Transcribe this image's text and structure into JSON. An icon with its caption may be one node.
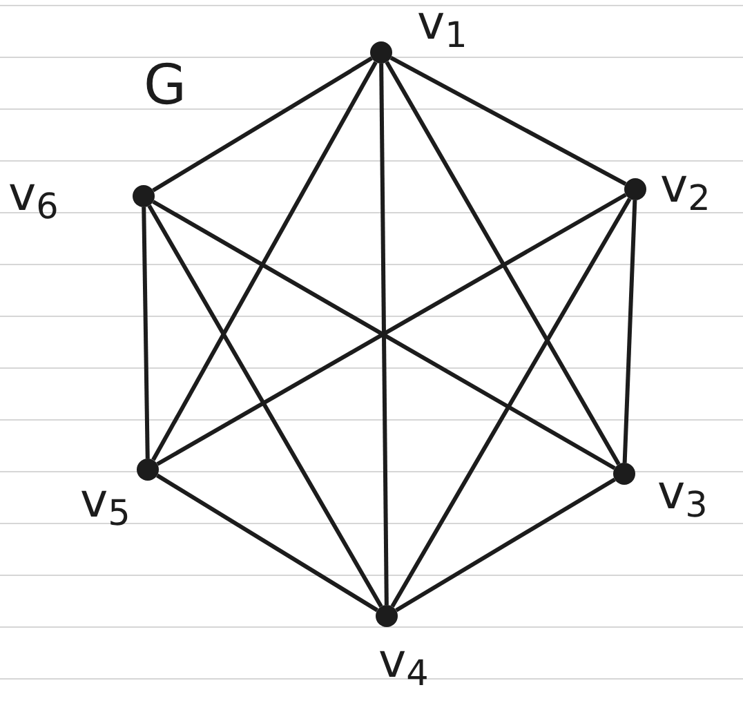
{
  "diagram": {
    "nodes": [
      {
        "text": [],
        "shape": "circle",
        "beside": [
          "v$_{1}$"
        ]
      },
      {
        "text": [],
        "shape": "circle",
        "beside": [
          "v$_{2}$"
        ]
      },
      {
        "text": [],
        "shape": "circle",
        "beside": [
          "v$_{3}$"
        ]
      },
      {
        "text": [],
        "shape": "circle",
        "beside": [
          "v$_{4}$"
        ]
      },
      {
        "text": [],
        "shape": "circle",
        "beside": [
          "v$_{5}$"
        ]
      },
      {
        "text": [],
        "shape": "circle",
        "beside": [
          "v$_{6}$"
        ]
      }
    ],
    "edges": [
      {
        "from": 0,
        "to": 1,
        "arrow": "none"
      },
      {
        "from": 1,
        "to": 2,
        "arrow": "none"
      },
      {
        "from": 2,
        "to": 3,
        "arrow": "none"
      },
      {
        "from": 3,
        "to": 4,
        "arrow": "none"
      },
      {
        "from": 4,
        "to": 5,
        "arrow": "none"
      },
      {
        "from": 5,
        "to": 0,
        "arrow": "none"
      },
      {
        "from": 0,
        "to": 3,
        "arrow": "none"
      },
      {
        "from": 0,
        "to": 4,
        "arrow": "none"
      },
      {
        "from": 0,
        "to": 2,
        "arrow": "none"
      },
      {
        "from": 1,
        "to": 4,
        "arrow": "none"
      },
      {
        "from": 1,
        "to": 3,
        "arrow": "none"
      },
      {
        "from": 5,
        "to": 2,
        "arrow": "none"
      },
      {
        "from": 5,
        "to": 3,
        "arrow": "none"
      }
    ],
    "labels": [
      "G"
    ]
  }
}
